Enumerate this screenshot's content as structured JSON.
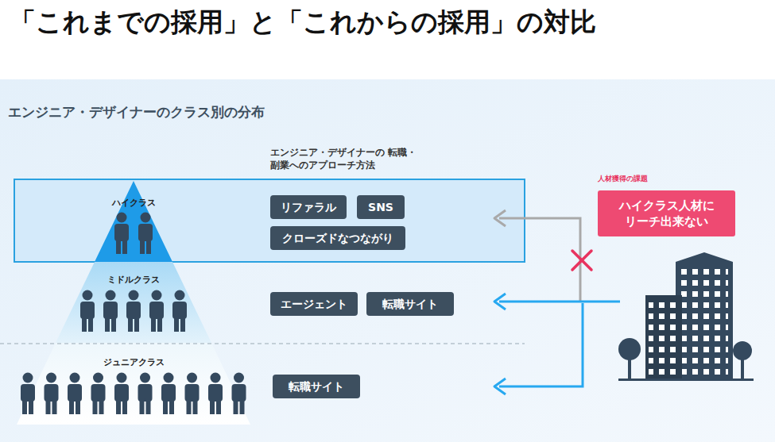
{
  "diagram": {
    "title": "「これまでの採用」と「これからの採用」の対比",
    "nodes": [
      {
        "text": [
          "リファラル"
        ]
      },
      {
        "text": [
          "SNS"
        ]
      },
      {
        "text": [
          "クローズドなつながり"
        ]
      },
      {
        "text": [
          "エージェント"
        ]
      },
      {
        "text": [
          "転職サイト"
        ]
      },
      {
        "text": [
          "転職サイト"
        ]
      },
      {
        "text": [
          "人材獲得の課題",
          "ハイクラス人材に リーチ出来ない"
        ]
      }
    ],
    "labels": [
      "エンジニア・デザイナーのクラス別の分布",
      "エンジニア・デザイナーの 転職・副業へのアプローチ方法",
      "ハイクラス",
      "ミドルクラス",
      "ジュニアクラス"
    ]
  }
}
